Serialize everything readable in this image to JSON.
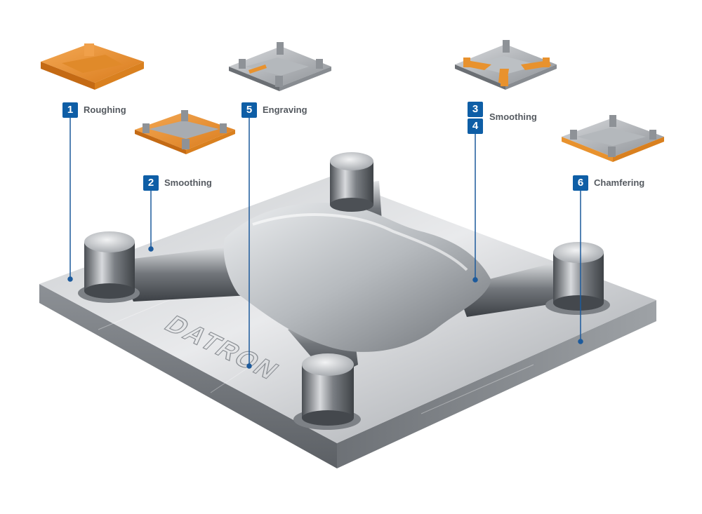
{
  "steps": [
    {
      "id": "roughing",
      "number": "1",
      "label": "Roughing",
      "accent": "#e8922e"
    },
    {
      "id": "smoothing-a",
      "number": "2",
      "label": "Smoothing",
      "accent": "#e8922e"
    },
    {
      "id": "smoothing-b",
      "numbers": [
        "3",
        "4"
      ],
      "label": "Smoothing",
      "accent": "#e8922e"
    },
    {
      "id": "engraving",
      "number": "5",
      "label": "Engraving",
      "accent": "#e8922e"
    },
    {
      "id": "chamfering",
      "number": "6",
      "label": "Chamfering",
      "accent": "#e8922e"
    }
  ],
  "engraving_text": "DATRON",
  "colors": {
    "badge": "#0e5ea6",
    "leader": "#1c5a9c",
    "label": "#555a60",
    "metal": "#a8acb1"
  }
}
